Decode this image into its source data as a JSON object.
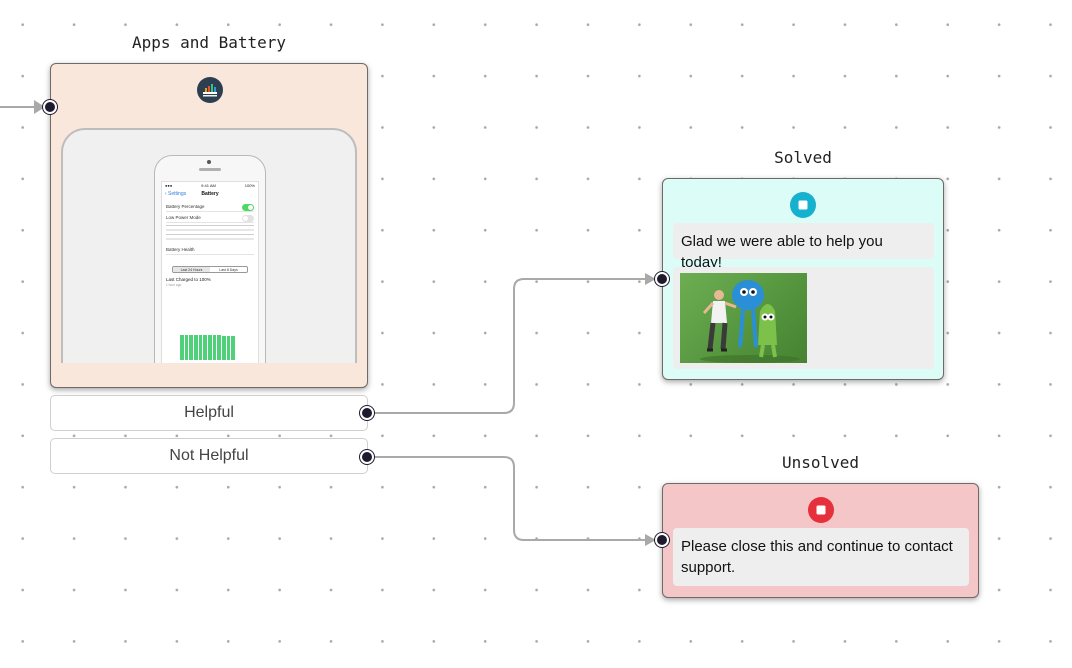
{
  "nodes": {
    "apps_battery": {
      "title": "Apps and Battery",
      "icon": "bar-chart-icon",
      "image": {
        "status_left": "●●● ",
        "status_time": "9:41 AM",
        "status_right": "100%",
        "back_label": "‹ Settings",
        "screen_title": "Battery",
        "rows": [
          {
            "label": "Battery Percentage",
            "toggle": "on"
          },
          {
            "label": "Low Power Mode",
            "toggle": "off"
          }
        ],
        "battery_health": "Battery Health",
        "segments": [
          "Last 24 Hours",
          "Last 8 Days"
        ],
        "last_charged": "Last Charged to 100%",
        "last_charged_time": "1 hour ago"
      },
      "options": [
        {
          "label": "Helpful"
        },
        {
          "label": "Not Helpful"
        }
      ]
    },
    "solved": {
      "title": "Solved",
      "icon": "stop-icon",
      "icon_color": "#16b1cf",
      "message": "Glad we were able to help you today!"
    },
    "unsolved": {
      "title": "Unsolved",
      "icon": "stop-icon",
      "icon_color": "#e6303b",
      "message": "Please close this and continue to contact support."
    }
  },
  "colors": {
    "peach_card": "#f9e7db",
    "mint_card": "#dcfcf8",
    "pink_card": "#f5c6c7",
    "port": "#1f1b2e",
    "edge": "#a9a9a9"
  }
}
